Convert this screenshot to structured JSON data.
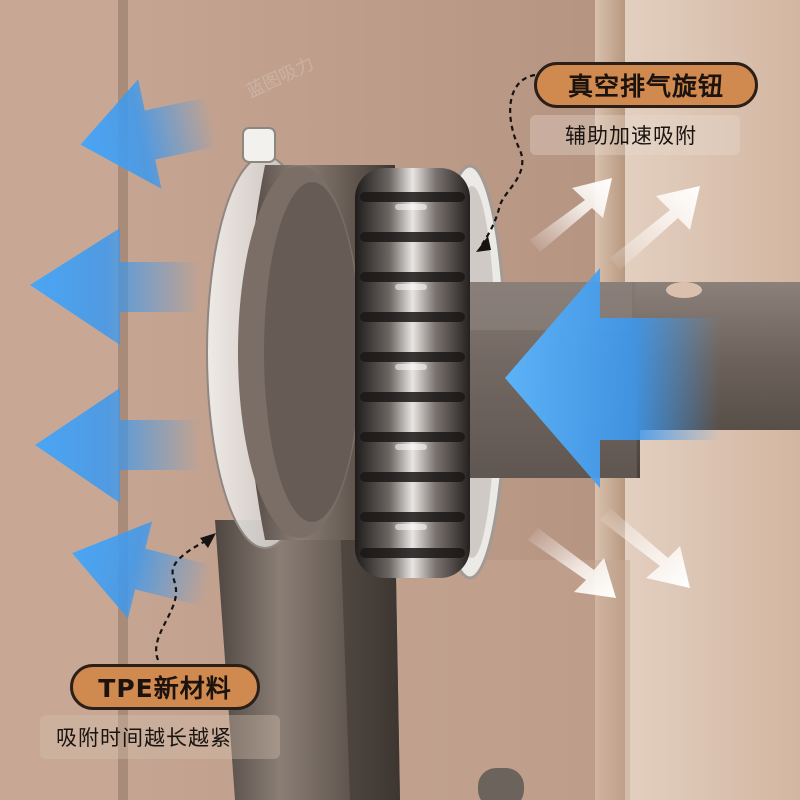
{
  "callouts": {
    "top": {
      "title": "真空排气旋钮",
      "subtitle": "辅助加速吸附"
    },
    "bottom": {
      "title": "TPE新材料",
      "subtitle": "吸附时间越长越紧"
    }
  },
  "colors": {
    "pill_fill": "#d08a4f",
    "wall_left": "#c9a995",
    "wall_right": "#dcc3b1",
    "metal_dark": "#6a5f57",
    "arrow_blue": "#3c98ee",
    "arrow_white": "#fbf7f3"
  },
  "watermark": "蓝图吸力"
}
